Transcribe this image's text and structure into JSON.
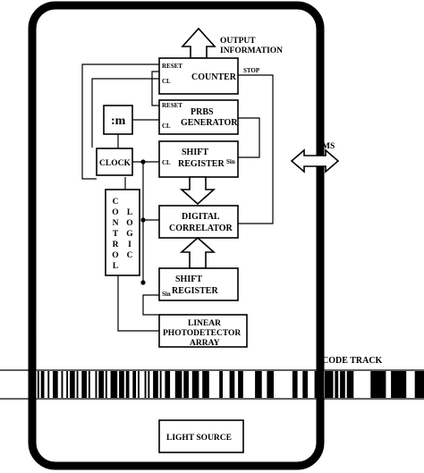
{
  "blocks": {
    "counter": {
      "label": "COUNTER",
      "reset": "RESET",
      "cl": "CL",
      "stop": "STOP"
    },
    "prbs": {
      "line1": "PRBS",
      "line2": "GENERATOR",
      "reset": "RESET",
      "cl": "CL"
    },
    "m_box": {
      "label": ":m"
    },
    "clock": {
      "label": "CLOCK"
    },
    "shift1": {
      "line1": "SHIFT",
      "line2": "REGISTER",
      "cl": "CL",
      "sin": "Sin"
    },
    "correlator": {
      "line1": "DIGITAL",
      "line2": "CORRELATOR"
    },
    "shift2": {
      "line1": "SHIFT",
      "line2": "REGISTER",
      "sin": "Sin"
    },
    "photodetector": {
      "line1": "LINEAR",
      "line2": "PHOTODETECTOR",
      "line3": "ARRAY"
    },
    "control": {
      "word1": "CONTROL",
      "word2": "LOGIC"
    },
    "light_source": {
      "label": "LIGHT SOURCE"
    }
  },
  "labels": {
    "output_line1": "OUTPUT",
    "output_line2": "INFORMATION",
    "ms": "MS",
    "code_track": "CODE TRACK"
  },
  "code_track_pattern": [
    0,
    1,
    0,
    1,
    1,
    0,
    0,
    1,
    0,
    0,
    1,
    1,
    1,
    0,
    0,
    1,
    0,
    0,
    1,
    0,
    1,
    1,
    1,
    0,
    1,
    0,
    0,
    1,
    1,
    1,
    0,
    1,
    0,
    0,
    0,
    1,
    0,
    1,
    1,
    1,
    0,
    1,
    0,
    0,
    1,
    1,
    1,
    1,
    0,
    1,
    1,
    1,
    0,
    1,
    1,
    0,
    0,
    1,
    1,
    0,
    1,
    0,
    0,
    0,
    1,
    0,
    1,
    0,
    0,
    1,
    1,
    1,
    0,
    1,
    0,
    0,
    1,
    1,
    1,
    0,
    0,
    0,
    1,
    1,
    1,
    1,
    0,
    1,
    1,
    1,
    0,
    0,
    1,
    1,
    1,
    1,
    0,
    0,
    1,
    1,
    1,
    1,
    0,
    0,
    0,
    0,
    0,
    0,
    1,
    1,
    0,
    0,
    0,
    0,
    1,
    1,
    1,
    0,
    0,
    1,
    1,
    1,
    0,
    0,
    0,
    0,
    0,
    0,
    0,
    1,
    1,
    1,
    1,
    0,
    0,
    0,
    1,
    1,
    1,
    1,
    0,
    0,
    0,
    0,
    0,
    0,
    0,
    0,
    0,
    0,
    0,
    1,
    1,
    1,
    0,
    0,
    0,
    1,
    1,
    1,
    0,
    0,
    0,
    0,
    1,
    1,
    1,
    0,
    0,
    0,
    1,
    1,
    1,
    1,
    1,
    0,
    1,
    1,
    0,
    1,
    1,
    1,
    0,
    1,
    1,
    1,
    1,
    0,
    0,
    0,
    0,
    0,
    0,
    0,
    0,
    0,
    0,
    1,
    1,
    1,
    1,
    1,
    1,
    1,
    1,
    1,
    0,
    0,
    0,
    1,
    1,
    1,
    1,
    1,
    1,
    1,
    1,
    1,
    0,
    0,
    0,
    0,
    0,
    1,
    1,
    1,
    1,
    1,
    1,
    1,
    1,
    1,
    1,
    1
  ]
}
